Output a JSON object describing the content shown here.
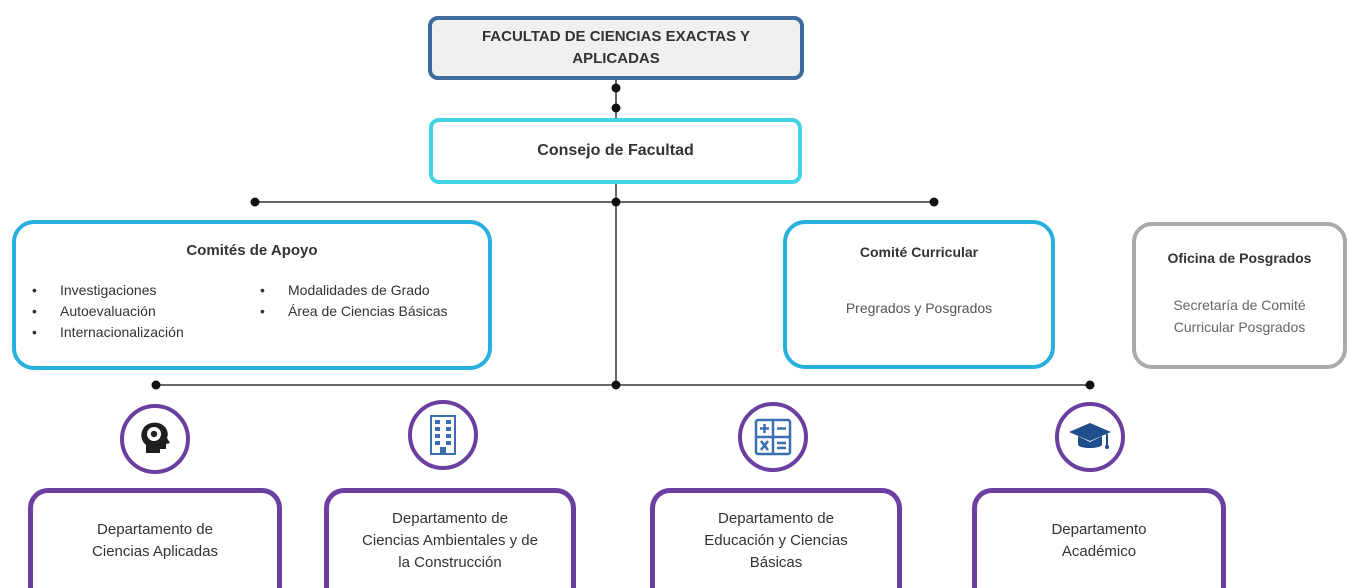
{
  "faculty": {
    "title_line1": "FACULTAD DE CIENCIAS EXACTAS Y",
    "title_line2": "APLICADAS"
  },
  "council": {
    "title": "Consejo de Facultad"
  },
  "support_committees": {
    "title": "Comités de Apoyo",
    "items_left": [
      "Investigaciones",
      "Autoevaluación",
      "Internacionalización"
    ],
    "items_right": [
      "Modalidades de Grado",
      "Área de Ciencias Básicas"
    ]
  },
  "curricular_committee": {
    "title": "Comité Curricular",
    "text": "Pregrados y Posgrados"
  },
  "postgrad_office": {
    "title": "Oficina de Posgrados",
    "text_line1": "Secretaría de Comité",
    "text_line2": "Curricular Posgrados"
  },
  "departments": [
    {
      "line1": "Departamento de",
      "line2": "Ciencias Aplicadas",
      "line3": "",
      "icon": "head-gear-icon"
    },
    {
      "line1": "Departamento de",
      "line2": "Ciencias Ambientales y de",
      "line3": "la Construcción",
      "icon": "building-icon"
    },
    {
      "line1": "Departamento de",
      "line2": "Educación y Ciencias",
      "line3": "Básicas",
      "icon": "calculator-icon"
    },
    {
      "line1": "Departamento",
      "line2": "Académico",
      "line3": "",
      "icon": "graduation-cap-icon"
    }
  ],
  "colors": {
    "faculty_border": "#3e6a9e",
    "council_border": "#3fd3e3",
    "committee_border": "#27b0dd",
    "office_border": "#aaaaaa",
    "department_border": "#6b3fa0"
  }
}
